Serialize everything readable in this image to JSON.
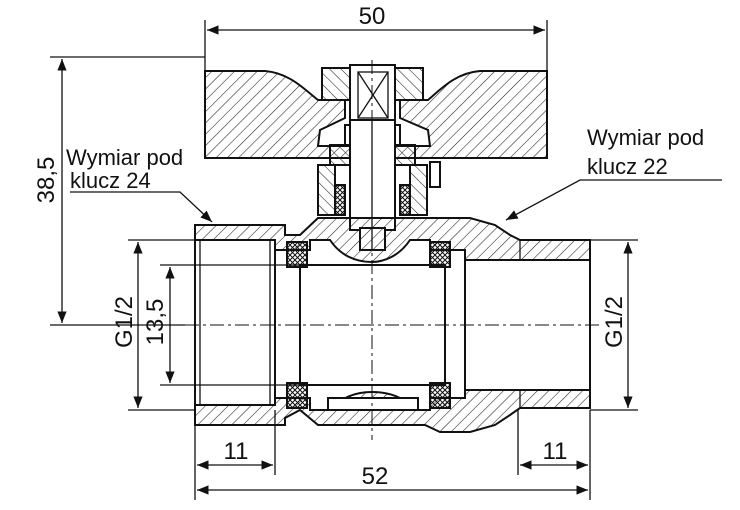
{
  "drawing": {
    "dimensions": {
      "handle_width": "50",
      "overall_length": "52",
      "left_thread_length": "11",
      "right_thread_length": "11",
      "height": "38,5",
      "bore": "13,5",
      "left_thread": "G1/2",
      "right_thread": "G1/2"
    },
    "notes": {
      "left_line1": "Wymiar pod",
      "left_line2": "klucz 24",
      "right_line1": "Wymiar pod",
      "right_line2": "klucz 22"
    }
  }
}
